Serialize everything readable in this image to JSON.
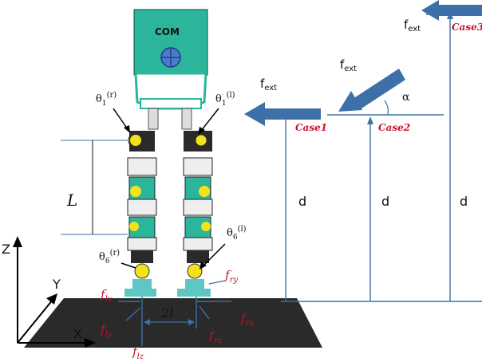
{
  "robot": {
    "com_label": "COM",
    "theta1_right": "θ1(r)",
    "theta1_left": "θ1(l)",
    "theta6_right": "θ6(r)",
    "theta6_left": "θ6(l)"
  },
  "dimensions": {
    "leg_length": "L",
    "distance": "d",
    "foot_spacing": "2l",
    "alpha": "α"
  },
  "axes": {
    "x": "X",
    "y": "Y",
    "z": "Z"
  },
  "forces": {
    "f_ext": "f",
    "f_ext_sub": "ext",
    "f_lx": "flx",
    "f_ly": "fly",
    "f_lz": "flz",
    "f_rx": "frx",
    "f_ry": "fry",
    "f_rz": "frz"
  },
  "cases": {
    "case1": "Case1",
    "case2": "Case2",
    "case3": "Case3"
  },
  "colors": {
    "robot_teal": "#2bb59a",
    "joint_yellow": "#f2e21b",
    "arrow_blue": "#3d6fa8",
    "ground_dark": "#2a2a2a",
    "case_red": "#c8102e"
  }
}
